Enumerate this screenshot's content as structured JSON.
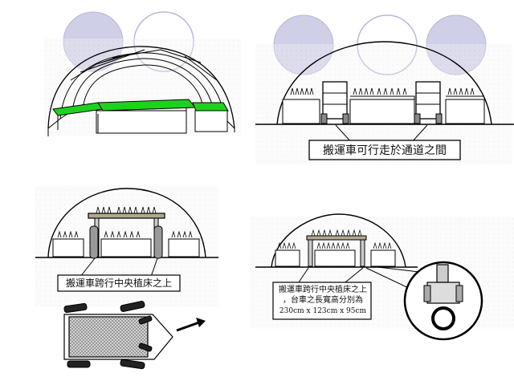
{
  "labels": {
    "panel2_callout": "搬運車可行走於通道之間",
    "panel3_callout": "搬運車跨行中央植床之上",
    "panel4_callout_line1": "搬運車跨行中央植床之上",
    "panel4_callout_line2": "，台車之長寬高分別為",
    "panel4_callout_line3": "230cm x 123cm x 95cm"
  },
  "colors": {
    "bench_green": "#1fd11f",
    "circle_fill": "#cfcfe8",
    "circle_stroke": "#b8b8d8",
    "line": "#000000",
    "cart_hatch": "#9a9a9a"
  }
}
